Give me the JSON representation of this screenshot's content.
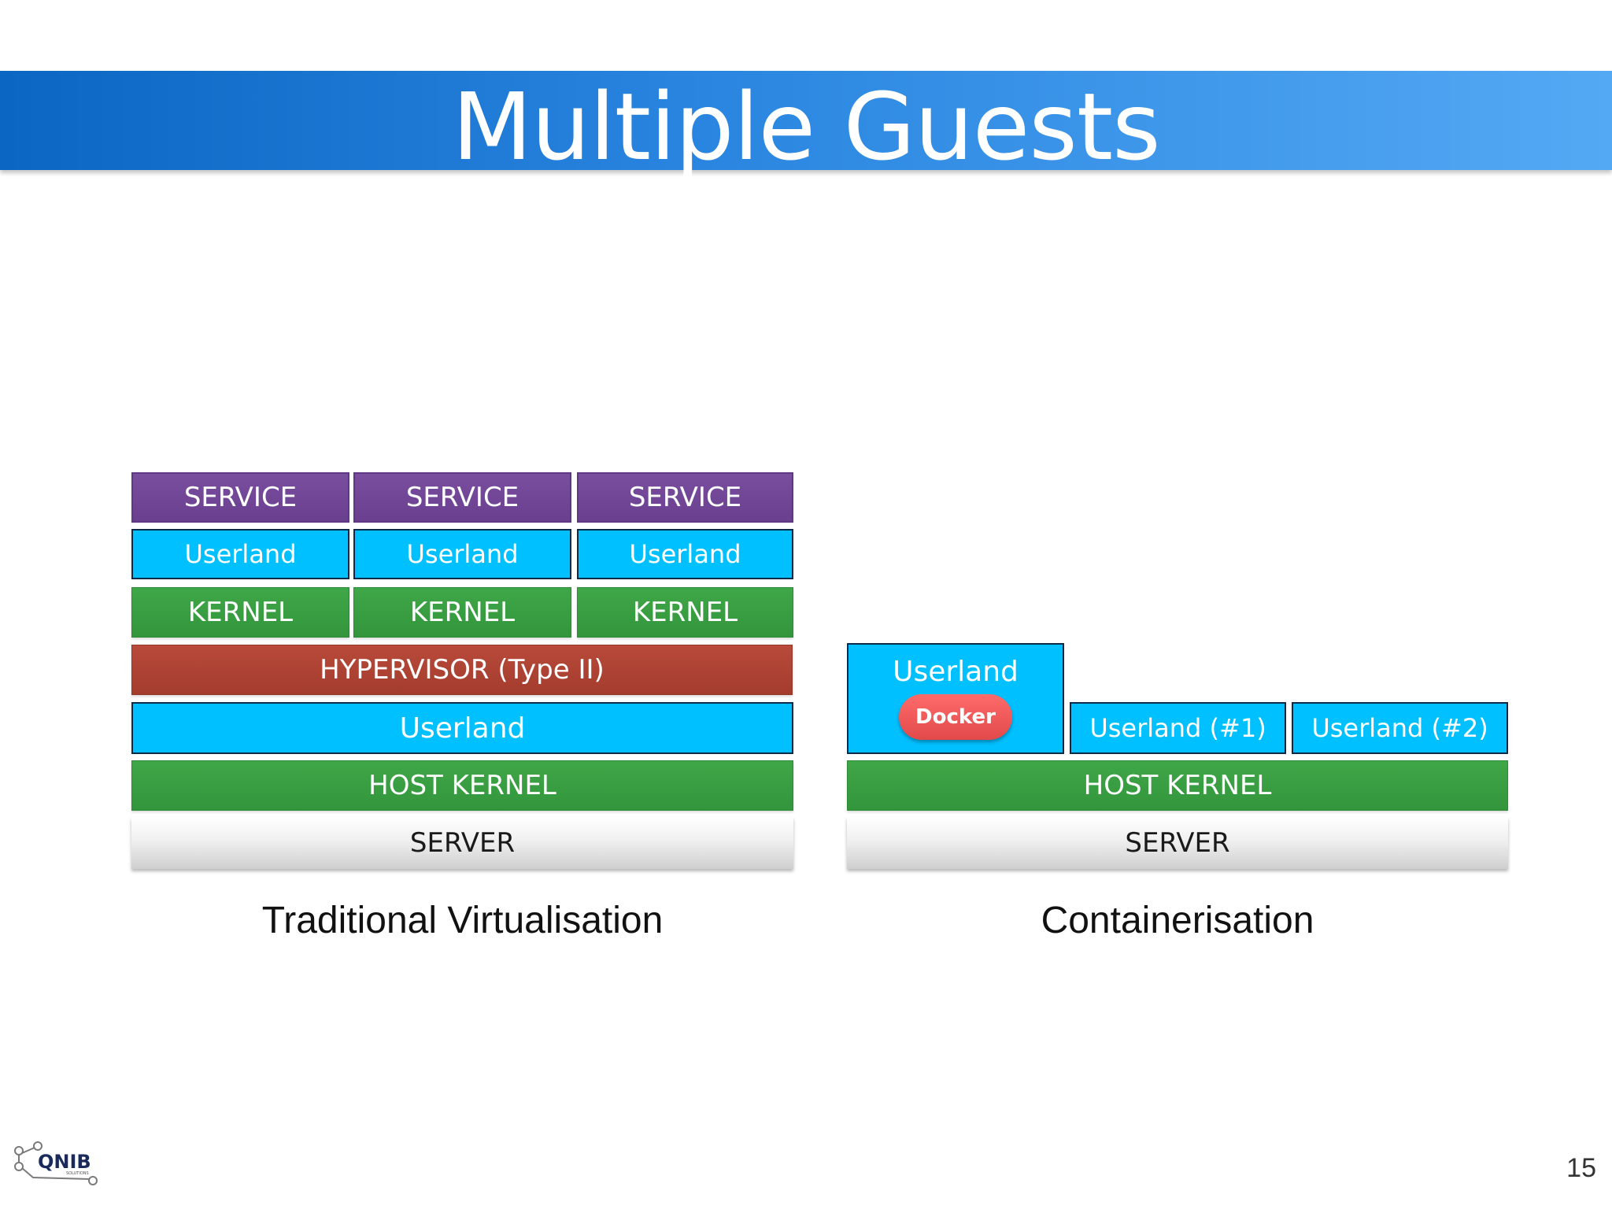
{
  "slide": {
    "title": "Multiple Guests",
    "page_number": "15"
  },
  "traditional": {
    "caption": "Traditional Virtualisation",
    "services": [
      "SERVICE",
      "SERVICE",
      "SERVICE"
    ],
    "userlands": [
      "Userland",
      "Userland",
      "Userland"
    ],
    "kernels": [
      "KERNEL",
      "KERNEL",
      "KERNEL"
    ],
    "hypervisor": "HYPERVISOR (Type II)",
    "host_userland": "Userland",
    "host_kernel": "HOST KERNEL",
    "server": "SERVER"
  },
  "containerisation": {
    "caption": "Containerisation",
    "userland": "Userland",
    "docker": "Docker",
    "userland_1": "Userland (#1)",
    "userland_2": "Userland (#2)",
    "host_kernel": "HOST KERNEL",
    "server": "SERVER"
  },
  "logo": {
    "text": "QNIB",
    "subtext": "SOLUTIONS"
  },
  "colors": {
    "title_bar": "#2a86e0",
    "service": "#6a3f8f",
    "userland": "#00c0ff",
    "kernel": "#3fa748",
    "hypervisor": "#a43c2e",
    "docker": "#e24a4a",
    "server": "#e6e6e6"
  }
}
